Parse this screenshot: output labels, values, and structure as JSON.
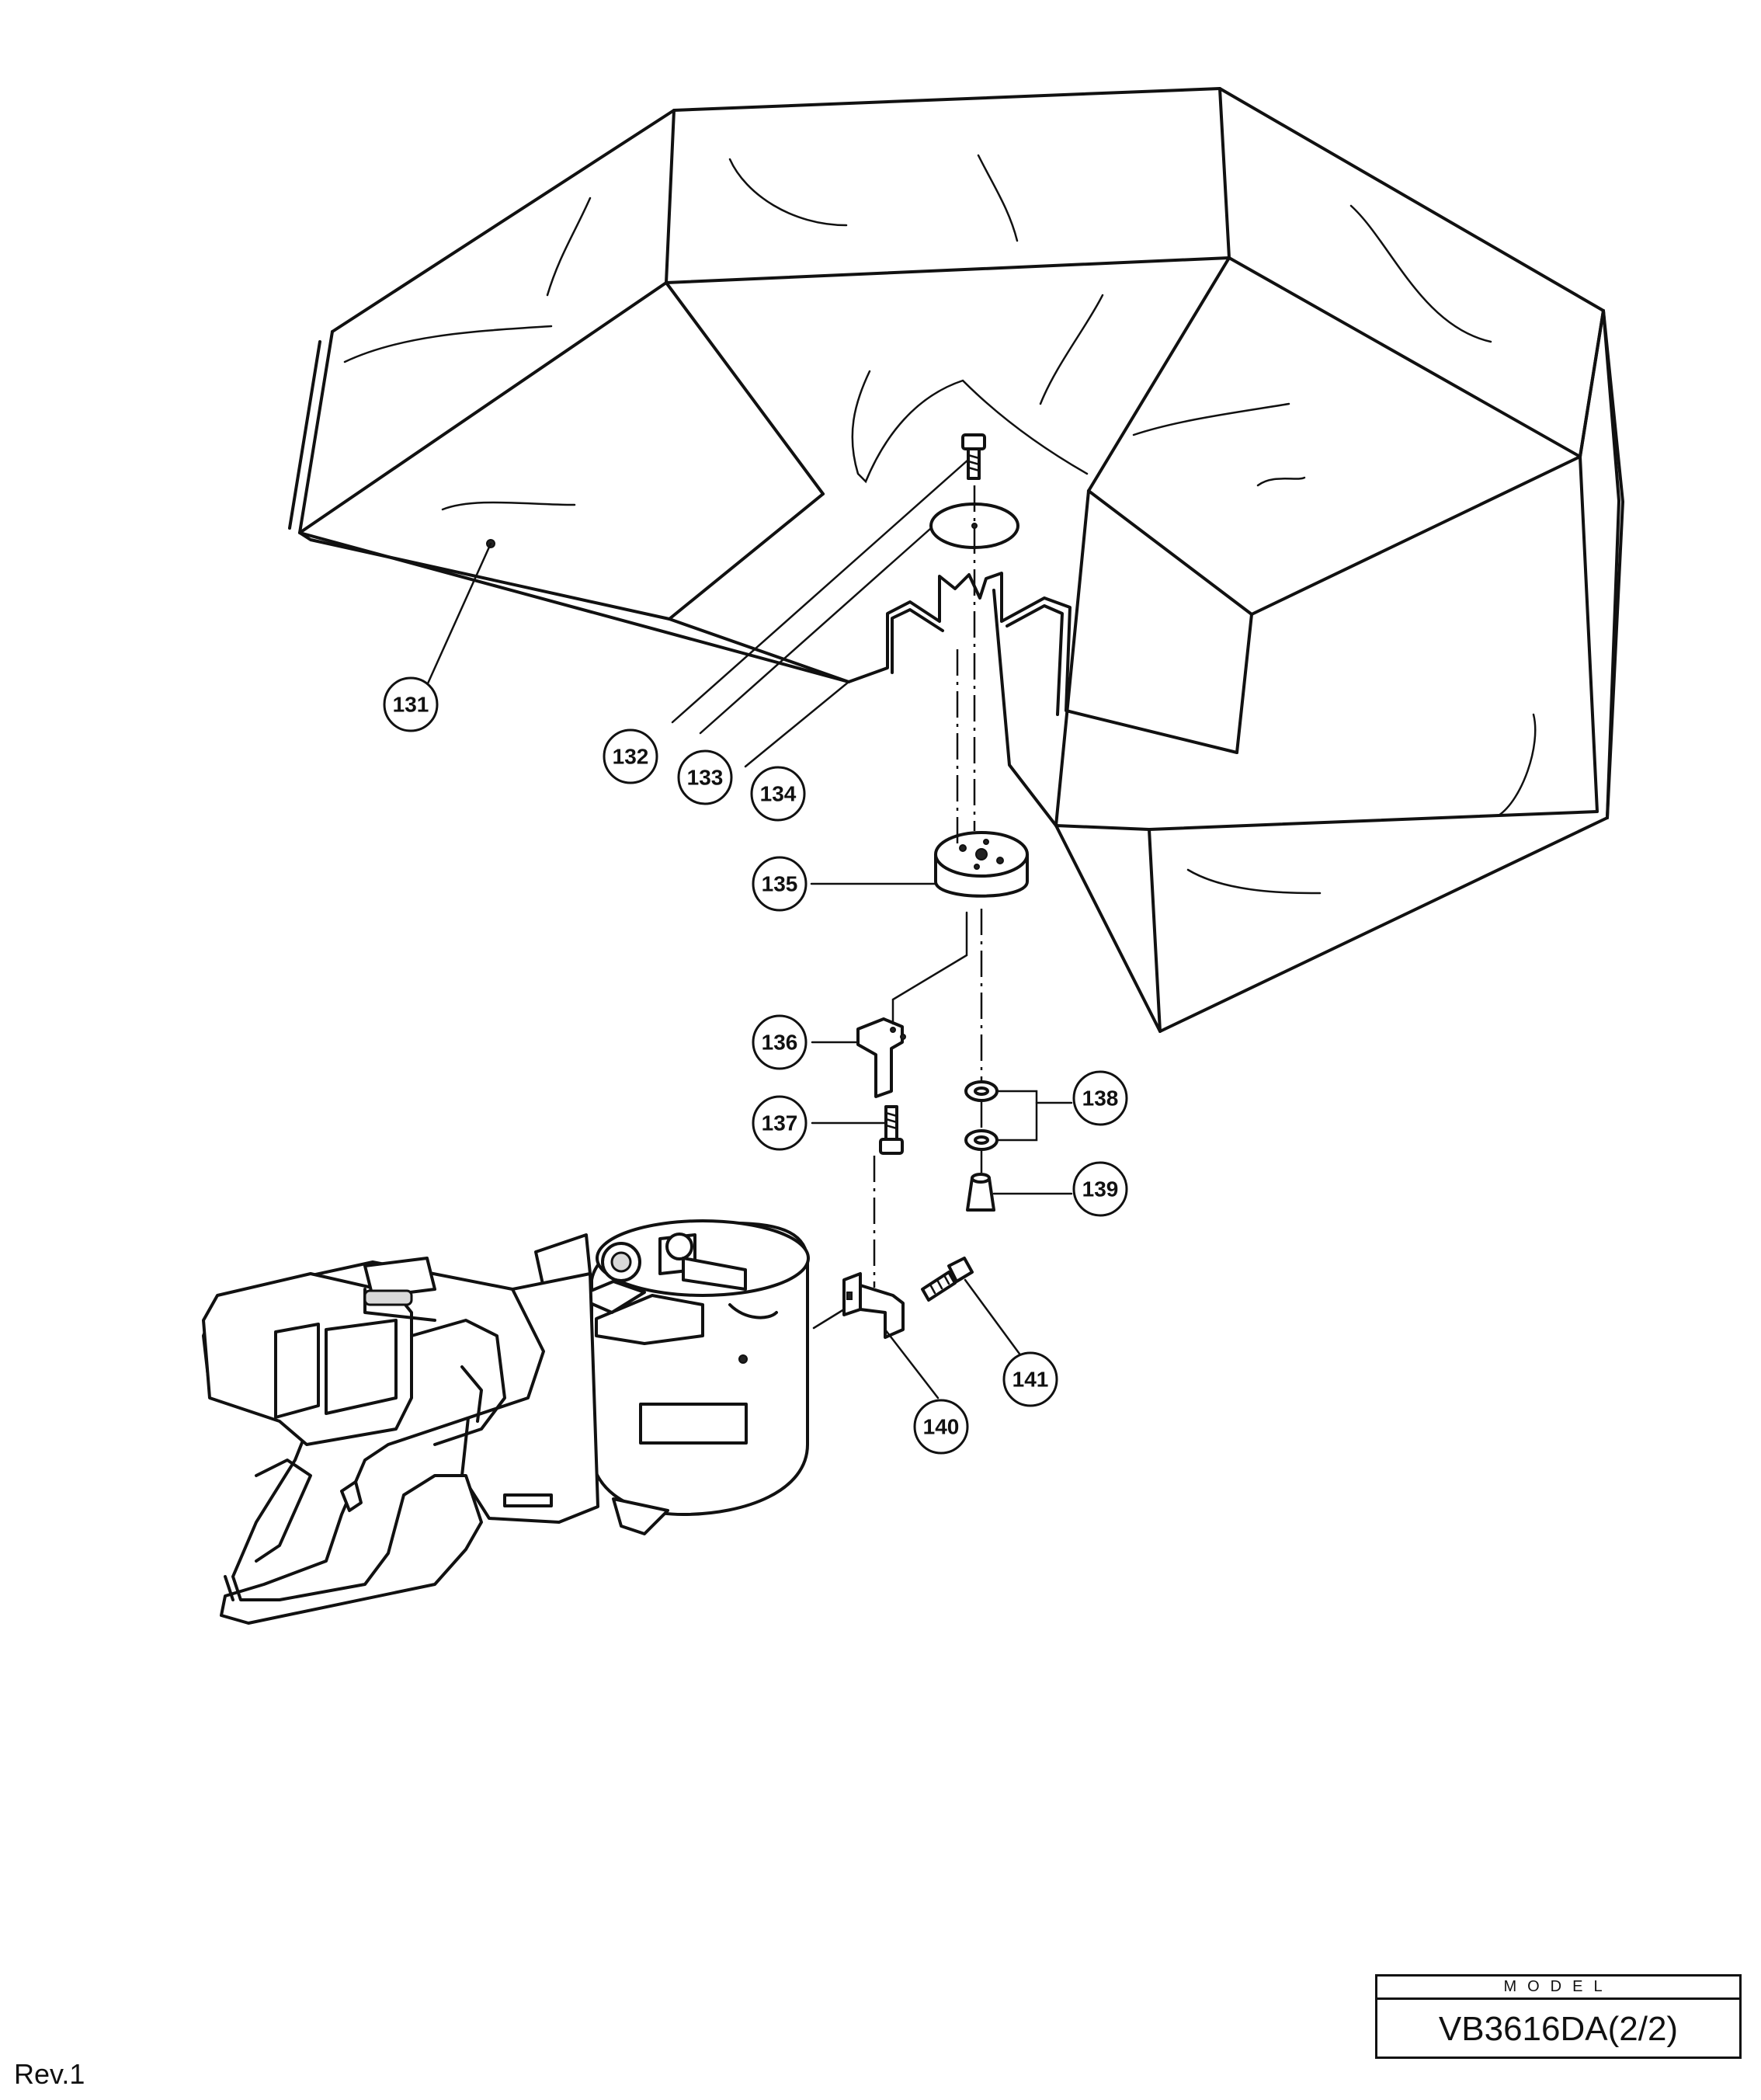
{
  "diagram": {
    "parts": [
      {
        "number": "131",
        "name": "cover"
      },
      {
        "number": "132",
        "name": "screw"
      },
      {
        "number": "133",
        "name": "washer"
      },
      {
        "number": "134",
        "name": "wire-frame"
      },
      {
        "number": "135",
        "name": "hub"
      },
      {
        "number": "136",
        "name": "bracket"
      },
      {
        "number": "137",
        "name": "screw"
      },
      {
        "number": "138",
        "name": "o-ring"
      },
      {
        "number": "139",
        "name": "pin"
      },
      {
        "number": "140",
        "name": "holder"
      },
      {
        "number": "141",
        "name": "screw"
      }
    ]
  },
  "model_box": {
    "label": "MODEL",
    "value": "VB3616DA(2/2)"
  },
  "footer": {
    "revision": "Rev.1"
  }
}
